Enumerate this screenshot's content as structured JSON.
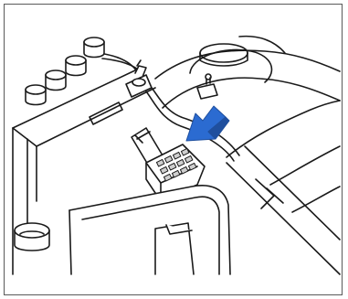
{
  "figure": {
    "background": "#ffffff",
    "line_color": "#1a1a1a",
    "frame_color": "#5a5a5a",
    "arrow_color": "#2b6bd1",
    "arrow_edge_color": "#1f4f9e",
    "fuse_grid_color": "#cfcfcf",
    "icons": [
      "battery",
      "battery-terminal-caps",
      "fuse-box",
      "fuse-box-lid",
      "down-left-arrow",
      "engine-compartment"
    ]
  }
}
